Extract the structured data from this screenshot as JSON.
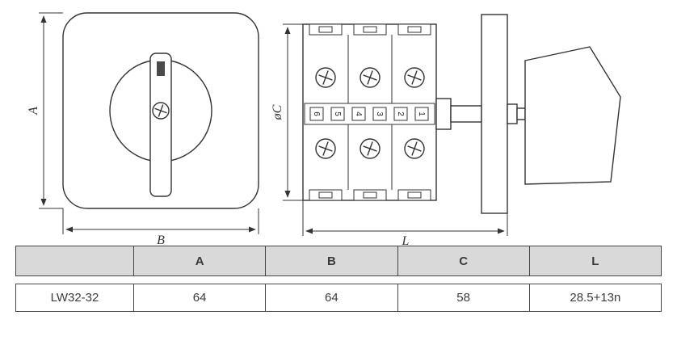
{
  "drawing": {
    "front_view": {
      "dim_height_label": "A",
      "dim_width_label": "B"
    },
    "side_view": {
      "dim_diameter_label": "øC",
      "dim_length_label": "L",
      "terminal_numbers": [
        "6",
        "5",
        "4",
        "3",
        "2",
        "1"
      ]
    }
  },
  "table": {
    "headers": [
      "",
      "A",
      "B",
      "C",
      "L"
    ],
    "rows": [
      [
        "LW32-32",
        "64",
        "64",
        "58",
        "28.5+13n"
      ]
    ]
  }
}
